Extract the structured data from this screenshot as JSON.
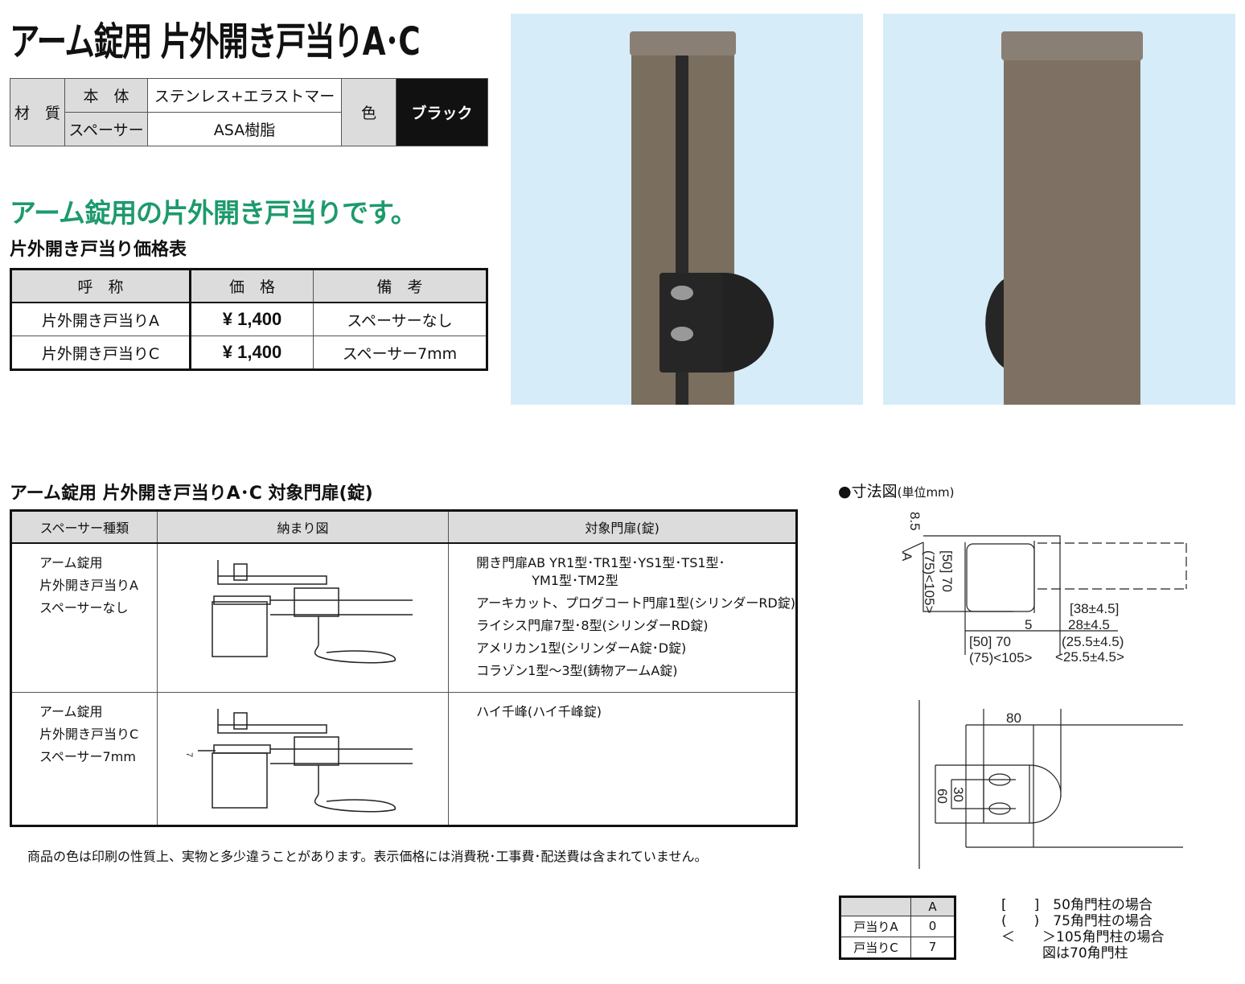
{
  "title": "アーム錠用 片外開き戸当りA･C",
  "spec": {
    "material": "材　質",
    "body_label": "本　体",
    "body_value": "ステンレス+エラストマー",
    "spacer_label": "スペーサー",
    "spacer_value": "ASA樹脂",
    "color_label": "色",
    "color_value": "ブラック"
  },
  "tagline": "アーム錠用の片外開き戸当りです。",
  "price_table": {
    "heading": "片外開き戸当り価格表",
    "headers": [
      "呼　称",
      "価　格",
      "備　考"
    ],
    "rows": [
      [
        "片外開き戸当りA",
        "¥ 1,400",
        "スペーサーなし"
      ],
      [
        "片外開き戸当りC",
        "¥ 1,400",
        "スペーサー7mm"
      ]
    ]
  },
  "target": {
    "heading": "アーム錠用 片外開き戸当りA･C 対象門扉(錠)",
    "headers": [
      "スペーサー種類",
      "納まり図",
      "対象門扉(錠)"
    ],
    "rows": [
      {
        "type": [
          "アーム錠用",
          "片外開き戸当りA",
          "スペーサーなし"
        ],
        "gates": [
          "開き門扉AB YR1型･TR1型･YS1型･TS1型･",
          "　　　　 YM1型･TM2型",
          "アーキカット、プログコート門扉1型(シリンダーRD錠)",
          "ライシス門扉7型･8型(シリンダーRD錠)",
          "アメリカン1型(シリンダーA錠･D錠)",
          "コラゾン1型〜3型(鋳物アームA錠)"
        ]
      },
      {
        "type": [
          "アーム錠用",
          "片外開き戸当りC",
          "スペーサー7mm"
        ],
        "gates": [
          "ハイ千峰(ハイ千峰錠)"
        ],
        "spacer_dim": "7"
      }
    ]
  },
  "note": "商品の色は印刷の性質上、実物と多少違うことがあります。表示価格には消費税･工事費･配送費は含まれていません。",
  "dimensions": {
    "heading": "●寸法図",
    "unit": "(単位mm)",
    "top": {
      "d_85": "8.5",
      "a": "A",
      "h1": "[50] 70",
      "h2": "(75)<105>",
      "w1": "[50] 70",
      "w2": "(75)<105>",
      "five": "5",
      "r1": "[38±4.5]",
      "r2": "28±4.5",
      "r3": "(25.5±4.5)",
      "r4": "<25.5±4.5>"
    },
    "front": {
      "w": "80",
      "h": "60",
      "pitch": "30"
    }
  },
  "a_table": {
    "header": "A",
    "rows": [
      [
        "戸当りA",
        "0"
      ],
      [
        "戸当りC",
        "7"
      ]
    ]
  },
  "legend": [
    "[　　]　50角門柱の場合",
    "(　　)　75角門柱の場合",
    "＜　　＞105角門柱の場合",
    "　　　図は70角門柱"
  ],
  "colors": {
    "accent_green": "#1d9a6c",
    "photo_bg": "#d6ecf8",
    "post": "#7a6e5f"
  }
}
